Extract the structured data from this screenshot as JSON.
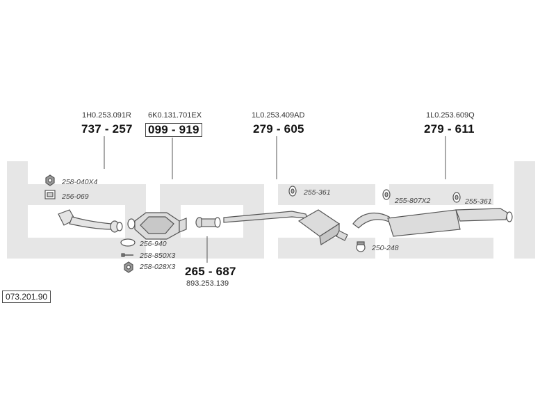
{
  "reference": "073.201.90",
  "groups": [
    {
      "oem": "1H0.253.091R",
      "part": "737 - 257",
      "boxed": false
    },
    {
      "oem": "6K0.131.701EX",
      "part": "099 - 919",
      "boxed": true
    },
    {
      "oem": "1L0.253.409AD",
      "part": "279 - 605",
      "boxed": false
    },
    {
      "oem": "1L0.253.609Q",
      "part": "279 - 611",
      "boxed": false
    },
    {
      "oem": "893.253.139",
      "part": "265 - 687",
      "boxed": false
    }
  ],
  "accessories": [
    {
      "code": "258-040X4",
      "icon": "nut-icon"
    },
    {
      "code": "256-069",
      "icon": "gasket-square-icon"
    },
    {
      "code": "256-940",
      "icon": "ring-gasket-icon"
    },
    {
      "code": "258-850X3",
      "icon": "bolt-icon"
    },
    {
      "code": "258-028X3",
      "icon": "nut-icon"
    },
    {
      "code": "255-361",
      "icon": "rubber-hanger-icon"
    },
    {
      "code": "255-807X2",
      "icon": "rubber-hanger-icon"
    },
    {
      "code": "255-361",
      "icon": "rubber-hanger-icon"
    },
    {
      "code": "250-248",
      "icon": "clamp-icon"
    }
  ],
  "colors": {
    "line": "#555555",
    "part_fill": "#dddddd",
    "watermark": "#e6e6e6"
  }
}
